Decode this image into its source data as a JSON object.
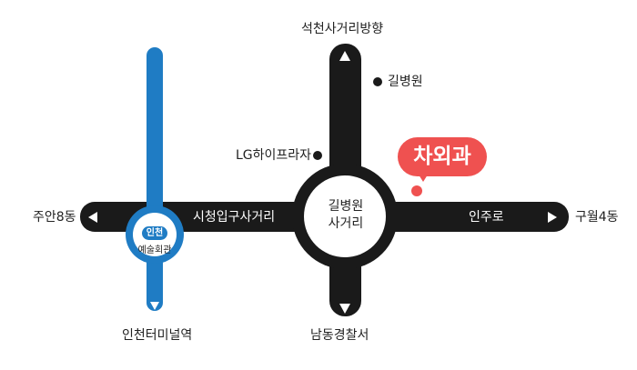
{
  "roads": {
    "north_label": "석천사거리방향",
    "south_label": "남동경찰서",
    "west_label": "주안8동",
    "east_label": "구월4동",
    "west_road_name": "시청입구사거리",
    "east_road_name": "인주로"
  },
  "intersection": {
    "line1": "길병원",
    "line2": "사거리"
  },
  "subway": {
    "line_color": "#1f7cc4",
    "terminal_label": "인천터미널역",
    "station_badge": "인천",
    "station_name": "예술회관"
  },
  "landmarks": {
    "gil_hospital": "길병원",
    "lg_plaza": "LG하이프라자"
  },
  "destination": {
    "name": "차외과",
    "color": "#ef5150"
  },
  "colors": {
    "road": "#1a1a1a",
    "subway": "#1f7cc4",
    "highlight": "#ef5150"
  }
}
